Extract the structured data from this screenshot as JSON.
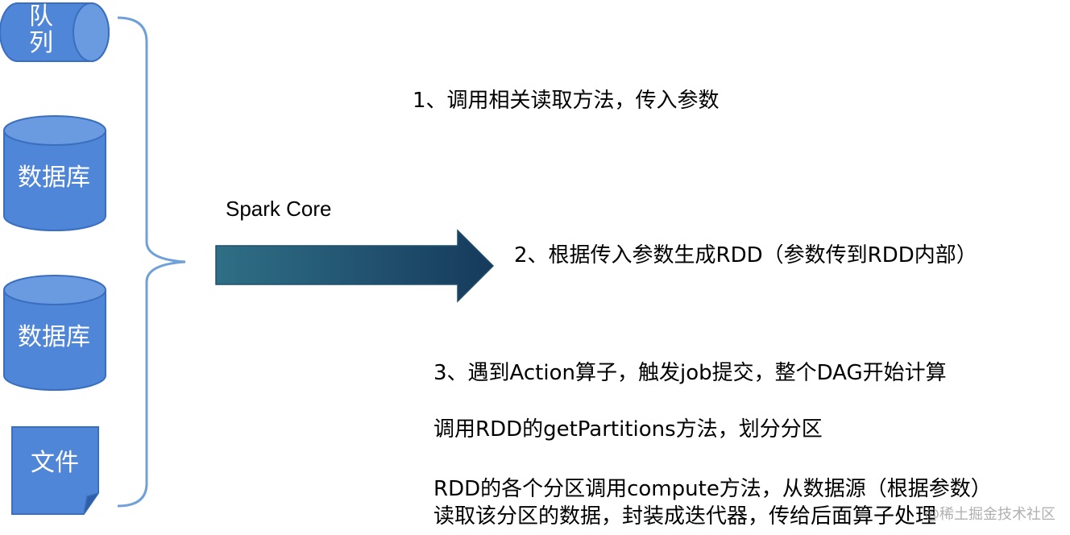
{
  "sources": {
    "queue_line1": "队",
    "queue_line2": "列",
    "db1": "数据库",
    "db2": "数据库",
    "file": "文件"
  },
  "engine": {
    "label": "Spark Core"
  },
  "steps": {
    "step1": "1、调用相关读取方法，传入参数",
    "step2": "2、根据传入参数生成RDD（参数传到RDD内部）",
    "step3": "3、遇到Action算子，触发job提交，整个DAG开始计算",
    "step3_line2": "调用RDD的getPartitions方法，划分分区",
    "step3_line3": "RDD的各个分区调用compute方法，从数据源（根据参数）",
    "step3_line4": "读取该分区的数据，封装成迭代器，传给后面算子处理"
  },
  "watermark": "@稀土掘金技术社区",
  "colors": {
    "shape_fill": "#4f86d8",
    "shape_stroke": "#3a6fc0",
    "brace": "#6fa0d8",
    "arrow_start": "#2f6f86",
    "arrow_end": "#163a5c"
  }
}
